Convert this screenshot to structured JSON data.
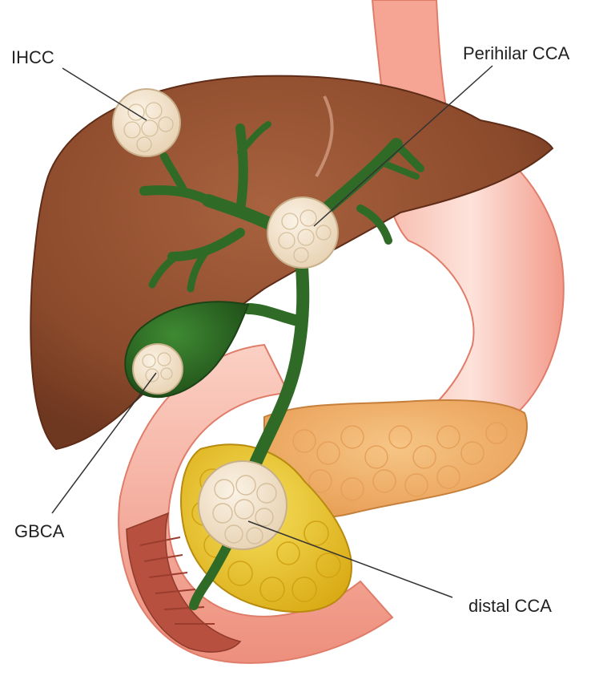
{
  "labels": {
    "ihcc": "IHCC",
    "perihilar_cca": "Perihilar CCA",
    "gbca": "GBCA",
    "distal_cca": "distal CCA"
  },
  "colors": {
    "liver": "#8b4a2b",
    "bile_ducts": "#2f6b26",
    "stomach_duodenum": "#f29a8a",
    "pancreas": "#f0b06a",
    "pancreatic_head": "#e8c22a",
    "tumor": "#f3e2c8",
    "leader_line": "#333333"
  }
}
